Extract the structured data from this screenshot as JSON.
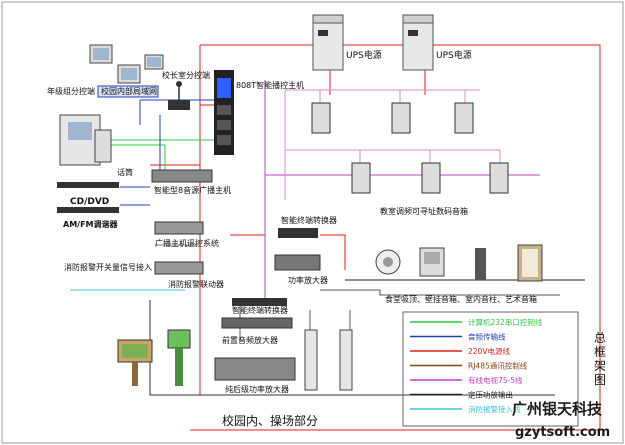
{
  "labels": {
    "ups1": "UPS电源",
    "ups2": "UPS电源",
    "grade_station": "年级组分控端",
    "principal_station": "校长室分控端",
    "campus_lan": "校园内部局域网",
    "main_host": "808T智能播控主机",
    "mic": "话筒",
    "cd_dvd": "CD/DVD",
    "tuner": "AM/FM调谐器",
    "broadcast_host": "智能型8音源广播主机",
    "remote_system": "广播主机遥控系统",
    "fire_input": "消防报警开关量信号接入",
    "fire_link": "消防报警联动器",
    "terminal_conv_1": "智能终端转换器",
    "power_amp_1": "功率放大器",
    "classroom_speakers": "教室调频可寻址数码音箱",
    "speaker_types": "食堂吸顶、壁挂音箱、室内音柱、艺术音箱",
    "terminal_conv_2": "智能终端转换器",
    "pre_amp": "前置音频放大器",
    "pure_amp": "纯后级功率放大器",
    "campus_outdoor": "校园内、操场部分",
    "side_title": "总框架图"
  },
  "legend": [
    {
      "label": "计算机232串口控制线",
      "color": "#2ecc40"
    },
    {
      "label": "音频传输线",
      "color": "#1f3fbf"
    },
    {
      "label": "220V电源线",
      "color": "#e0211b"
    },
    {
      "label": "RJ485通讯控制线",
      "color": "#8b4513"
    },
    {
      "label": "有线电视75-5线",
      "color": "#c040c0"
    },
    {
      "label": "定压功放输出",
      "color": "#222222"
    },
    {
      "label": "消防报警接入线",
      "color": "#3cc6d8"
    }
  ],
  "watermark": {
    "company": "广州银天科技",
    "site": "gzytsoft.com"
  }
}
